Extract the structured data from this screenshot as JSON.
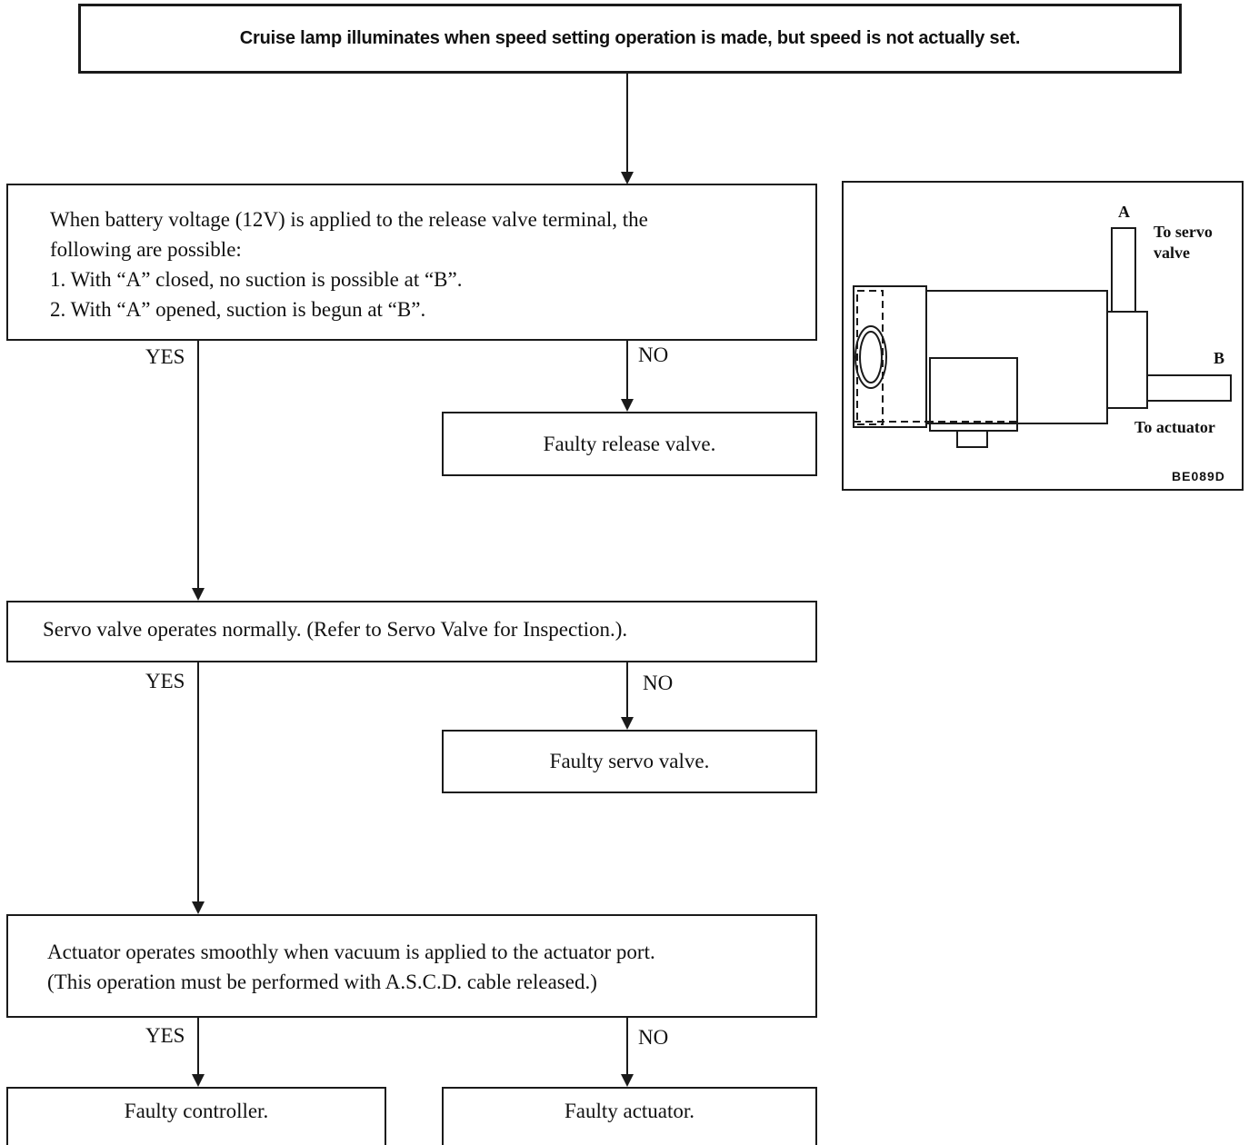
{
  "start": {
    "text": "Cruise lamp illuminates when speed setting operation is made, but speed is not actually set."
  },
  "step1": {
    "lines": [
      "When battery voltage (12V) is applied to the release valve terminal, the",
      "following are possible:",
      "1. With “A” closed, no suction is possible at “B”.",
      "2. With “A” opened, suction is begun at “B”."
    ],
    "yes_label": "YES",
    "no_label": "NO",
    "no_result": "Faulty release valve."
  },
  "step2": {
    "text": "Servo valve operates normally. (Refer to Servo Valve for Inspection.).",
    "yes_label": "YES",
    "no_label": "NO",
    "no_result": "Faulty servo valve."
  },
  "step3": {
    "lines": [
      "Actuator operates smoothly when vacuum is applied to the actuator port.",
      "(This operation must be performed with A.S.C.D. cable released.)"
    ],
    "yes_label": "YES",
    "no_label": "NO",
    "yes_result": "Faulty controller.",
    "no_result": "Faulty actuator."
  },
  "figure": {
    "port_a": "A",
    "port_a_desc_line1": "To servo",
    "port_a_desc_line2": "valve",
    "port_b": "B",
    "port_b_desc": "To actuator",
    "code": "BE089D"
  }
}
